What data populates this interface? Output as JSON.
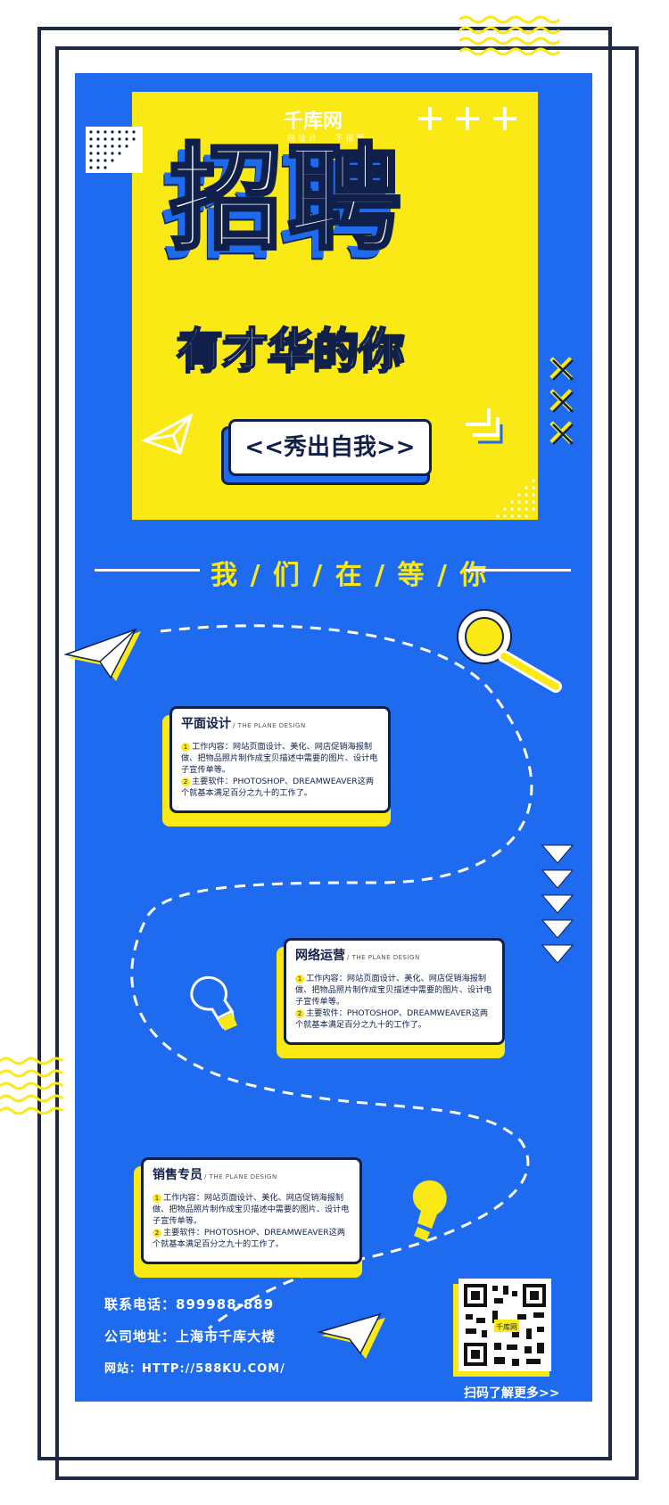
{
  "brand": {
    "logo": "千库网",
    "logo_sub": "网设计 · 不抠图"
  },
  "hero": {
    "title": "招聘",
    "subtitle": "有才华的你",
    "slogan": "<<秀出自我>>"
  },
  "tagline": "我 / 们 / 在 / 等 / 你",
  "jobs": [
    {
      "title": "平面设计",
      "title_en": "/ THE PLANE DESIGN",
      "line1": "工作内容：网站页面设计、美化、网店促销海报制做、把物品照片制作成宝贝描述中需要的图片、设计电子宣传单等。",
      "line2": "主要软件：PHOTOSHOP、DREAMWEAVER这两个就基本满足百分之九十的工作了。"
    },
    {
      "title": "网络运营",
      "title_en": "/ THE PLANE DESIGN",
      "line1": "工作内容：网站页面设计、美化、网店促销海报制做、把物品照片制作成宝贝描述中需要的图片、设计电子宣传单等。",
      "line2": "主要软件：PHOTOSHOP、DREAMWEAVER这两个就基本满足百分之九十的工作了。"
    },
    {
      "title": "销售专员",
      "title_en": "/ THE PLANE DESIGN",
      "line1": "工作内容：网站页面设计、美化、网店促销海报制做、把物品照片制作成宝贝描述中需要的图片、设计电子宣传单等。",
      "line2": "主要软件：PHOTOSHOP、DREAMWEAVER这两个就基本满足百分之九十的工作了。"
    }
  ],
  "contact": {
    "phone": "联系电话：899988-889",
    "address": "公司地址：上海市千库大楼",
    "website": "网站：HTTP://588KU.COM/"
  },
  "qr": {
    "label": "千库网",
    "caption": "扫码了解更多>>"
  },
  "colors": {
    "blue": "#1e6bf0",
    "yellow": "#fbe916",
    "navy": "#10204a",
    "white": "#ffffff"
  }
}
